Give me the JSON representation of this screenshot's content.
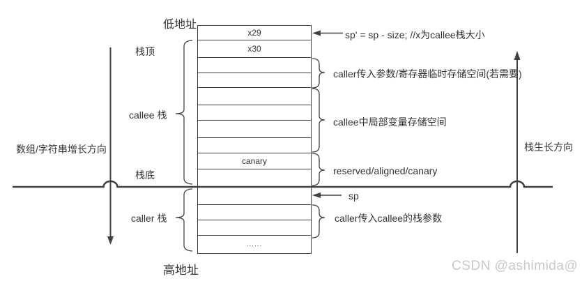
{
  "diagram": {
    "top_label": "低地址",
    "bottom_label": "高地址",
    "left_axis_label": "数组/字符串增长方向",
    "right_axis_label": "栈生长方向",
    "watermark": "CSDN @ashimida@"
  },
  "left_labels": {
    "stack_top": "栈顶",
    "callee_stack": "callee 栈",
    "stack_bottom": "栈底",
    "caller_stack": "caller 栈"
  },
  "stack": {
    "rows": [
      "x29",
      "x30",
      "",
      "",
      "",
      "",
      "",
      "",
      "canary",
      "",
      "",
      "",
      "",
      "......"
    ]
  },
  "annotations": {
    "sp_prime": "sp' = sp - size; //x为callee栈大小",
    "caller_args_space": "caller传入参数/寄存器临时存储空间(若需要)",
    "callee_locals_space": "callee中局部变量存储空间",
    "reserved_canary": "reserved/aligned/canary",
    "sp": "sp",
    "caller_stack_args": "caller传入callee的栈参数"
  },
  "colors": {
    "line": "#404040",
    "text": "#333333",
    "watermark": "#c8c8c8",
    "background": "#ffffff"
  }
}
